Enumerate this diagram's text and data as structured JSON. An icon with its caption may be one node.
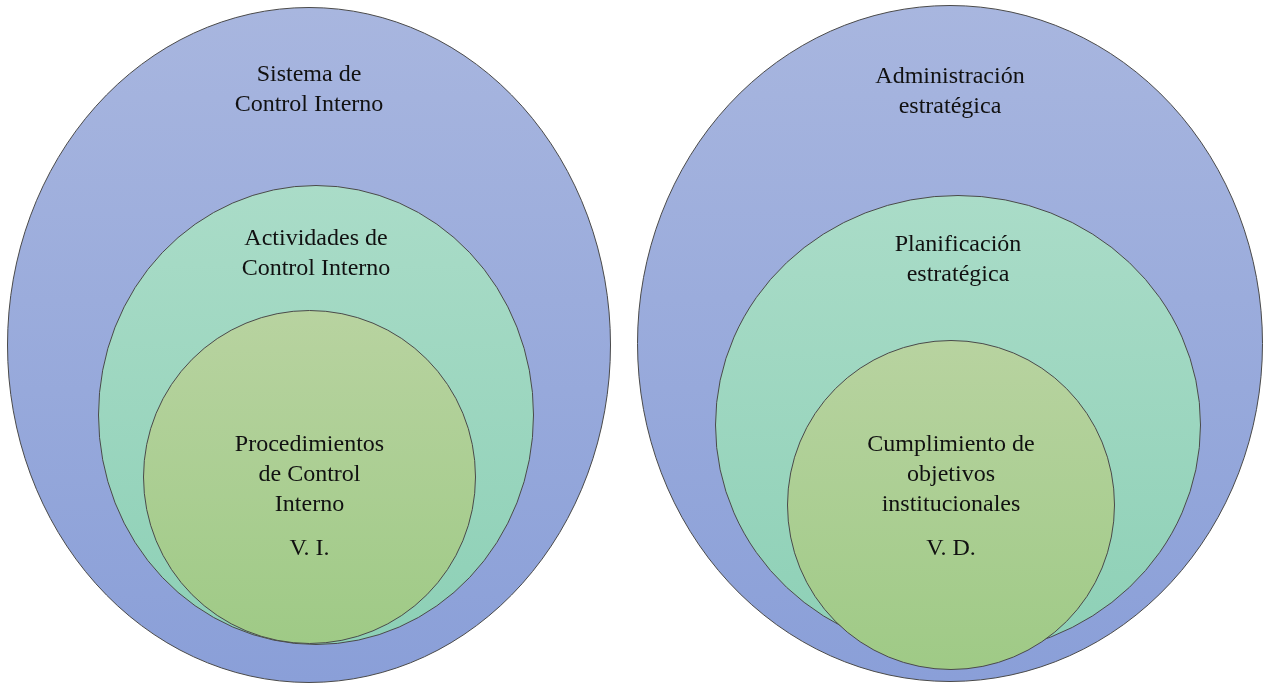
{
  "diagram": {
    "nodes": [
      {
        "text": [
          "Sistema de Control Interno"
        ]
      },
      {
        "text": [
          "Actividades de Control Interno"
        ],
        "in": 0
      },
      {
        "text": [
          "Procedimientos de Control Interno",
          "V. I."
        ],
        "in": 1
      },
      {
        "text": [
          "Administración estratégica"
        ]
      },
      {
        "text": [
          "Planificación estratégica"
        ],
        "in": 3
      },
      {
        "text": [
          "Cumplimiento de objetivos institucionales",
          "V. D."
        ],
        "in": 4
      }
    ]
  }
}
